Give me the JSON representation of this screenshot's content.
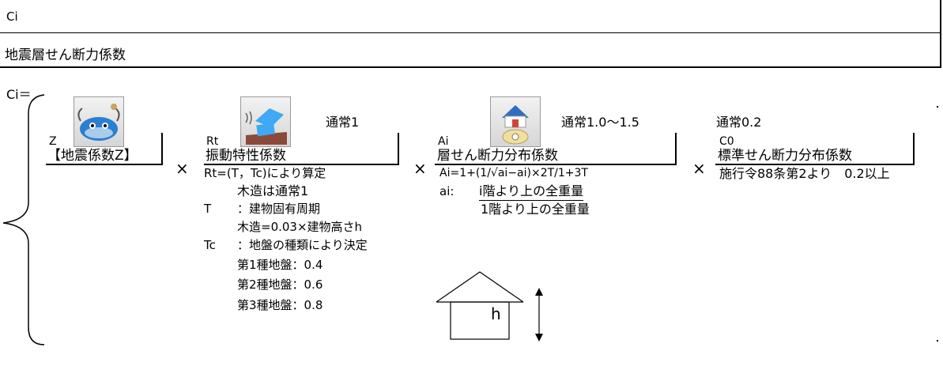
{
  "header": {
    "code": "Ci",
    "title": "地震層せん断力係数"
  },
  "formula": {
    "lhs": "Ci＝",
    "times": "×"
  },
  "terms": [
    {
      "code": "Z",
      "name": "【地震係数Z】",
      "icon": "catfish-icon"
    },
    {
      "code": "Rt",
      "name": "振動特性係数",
      "note": "通常1",
      "icon": "shaking-house-icon",
      "details": [
        "Rt=(T，Tc)により算定",
        "木造は通常1",
        "T",
        "：建物固有周期",
        "木造=0.03×建物高さh",
        "Tc",
        "：地盤の種類により決定",
        "第1種地盤：0.4",
        "第2種地盤：0.6",
        "第3種地盤：0.8"
      ]
    },
    {
      "code": "Ai",
      "name": "層せん断力分布係数",
      "note": "通常1.0～1.5",
      "icon": "house-on-scale-icon",
      "formula": "Ai=1+(1/√ai−ai)×2T/1+3T",
      "ai_label": "ai:",
      "ai_numerator": "i階より上の全重量",
      "ai_denominator": "1階より上の全重量"
    },
    {
      "code": "C0",
      "name": "標準せん断力分布係数",
      "note": "通常0.2",
      "detail": "施行令88条第2より　0.2以上"
    }
  ],
  "house_diagram": {
    "height_label": "h"
  }
}
